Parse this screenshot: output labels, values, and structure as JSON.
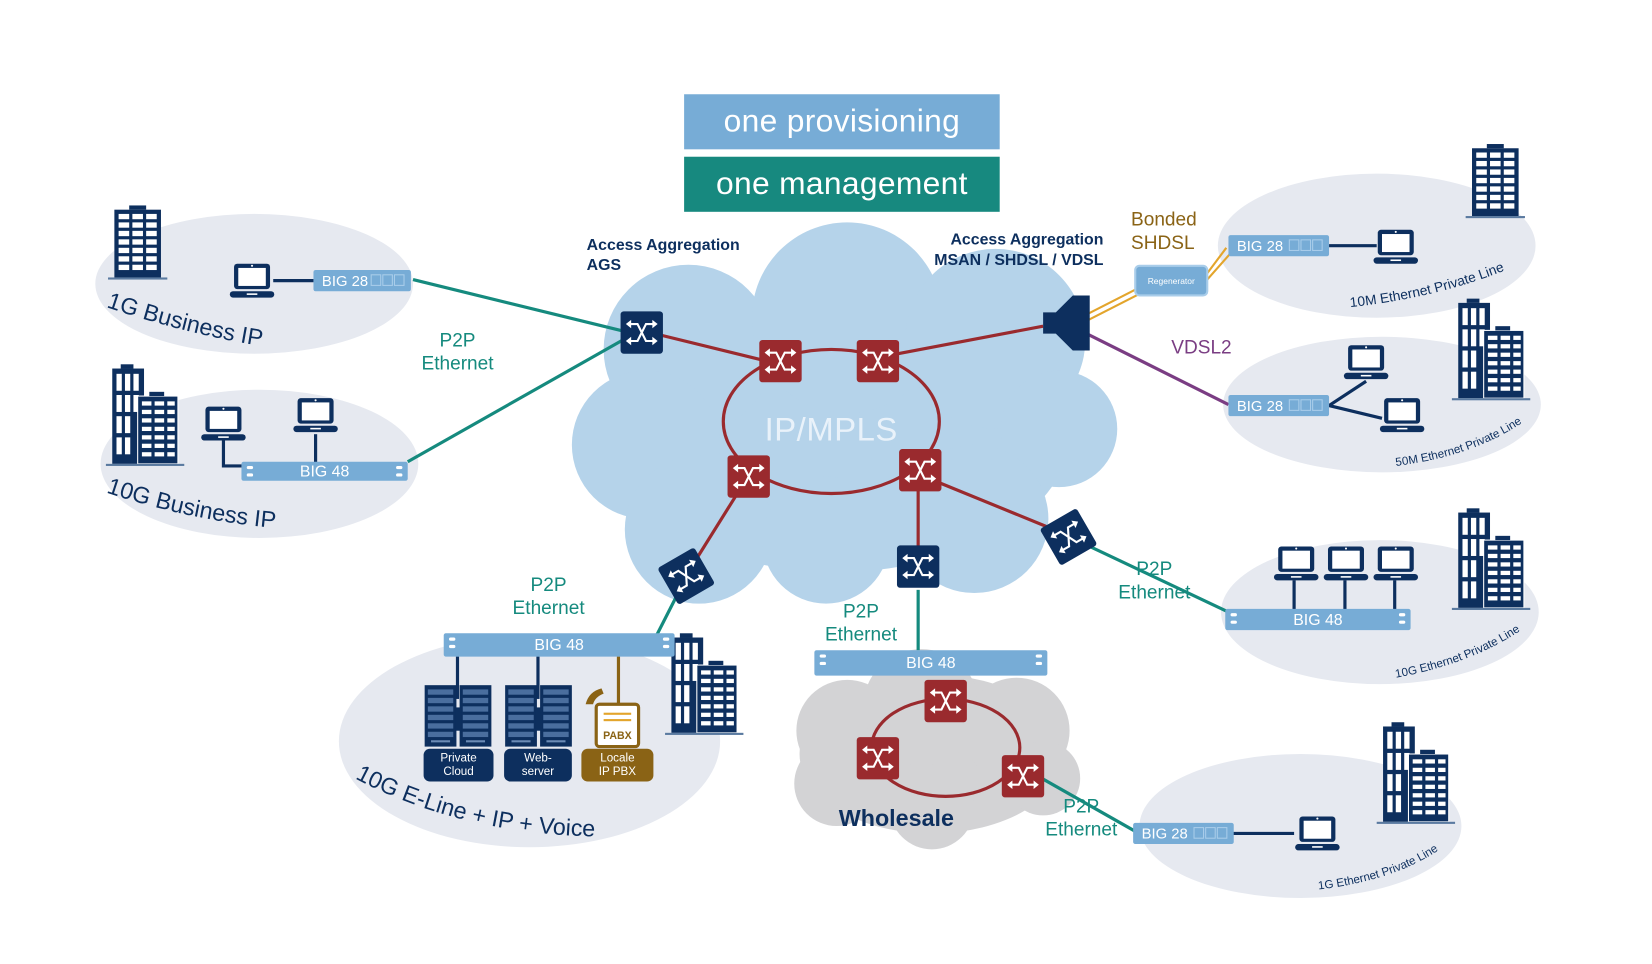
{
  "banners": {
    "provisioning": "one provisioning",
    "management": "one management"
  },
  "colors": {
    "navy": "#0d2f5e",
    "cloud": "#b5d3ea",
    "ring": "#9a2a2e",
    "teal": "#158a7e",
    "gold": "#e3a52c",
    "purple": "#7a3d83",
    "device": "#77acd6",
    "site_bg": "#e6e9f0",
    "wholesale_cloud": "#d3d3d5",
    "pbx_brown": "#8a6315"
  },
  "core": {
    "label": "IP/MPLS",
    "agg_ags": {
      "line1": "Access Aggregation",
      "line2": "AGS"
    },
    "agg_msan": {
      "line1": "Access Aggregation",
      "line2": "MSAN / SHDSL / VDSL"
    }
  },
  "links": {
    "p2p_left": {
      "line1": "P2P",
      "line2": "Ethernet"
    },
    "p2p_bottom_left": {
      "line1": "P2P",
      "line2": "Ethernet"
    },
    "p2p_bottom_center": {
      "line1": "P2P",
      "line2": "Ethernet"
    },
    "p2p_right": {
      "line1": "P2P",
      "line2": "Ethernet"
    },
    "p2p_wholesale": {
      "line1": "P2P",
      "line2": "Ethernet"
    },
    "bonded_shdsl": {
      "line1": "Bonded",
      "line2": "SHDSL"
    },
    "vdsl2": "VDSL2",
    "regenerator": "Regenerator"
  },
  "sites": [
    {
      "id": "1g-business-ip",
      "label": "1G Business IP",
      "device": "BIG 28"
    },
    {
      "id": "10g-business-ip",
      "label": "10G Business IP",
      "device": "BIG 48"
    },
    {
      "id": "10g-eline",
      "label": "10G E-Line + IP + Voice",
      "device": "BIG 48",
      "services": [
        {
          "line1": "Private",
          "line2": "Cloud"
        },
        {
          "line1": "Web-",
          "line2": "server"
        },
        {
          "line1": "Locale",
          "line2": "IP PBX"
        }
      ],
      "pbx_label": "PABX"
    },
    {
      "id": "10m-epl",
      "label": "10M Ethernet Private Line",
      "device": "BIG 28"
    },
    {
      "id": "50m-epl",
      "label": "50M Ethernet Private Line",
      "device": "BIG 28"
    },
    {
      "id": "10g-epl",
      "label": "10G Ethernet Private Line",
      "device": "BIG 48"
    },
    {
      "id": "1g-epl",
      "label": "1G Ethernet Private Line",
      "device": "BIG 28"
    }
  ],
  "wholesale": {
    "label": "Wholesale",
    "device": "BIG 48"
  }
}
